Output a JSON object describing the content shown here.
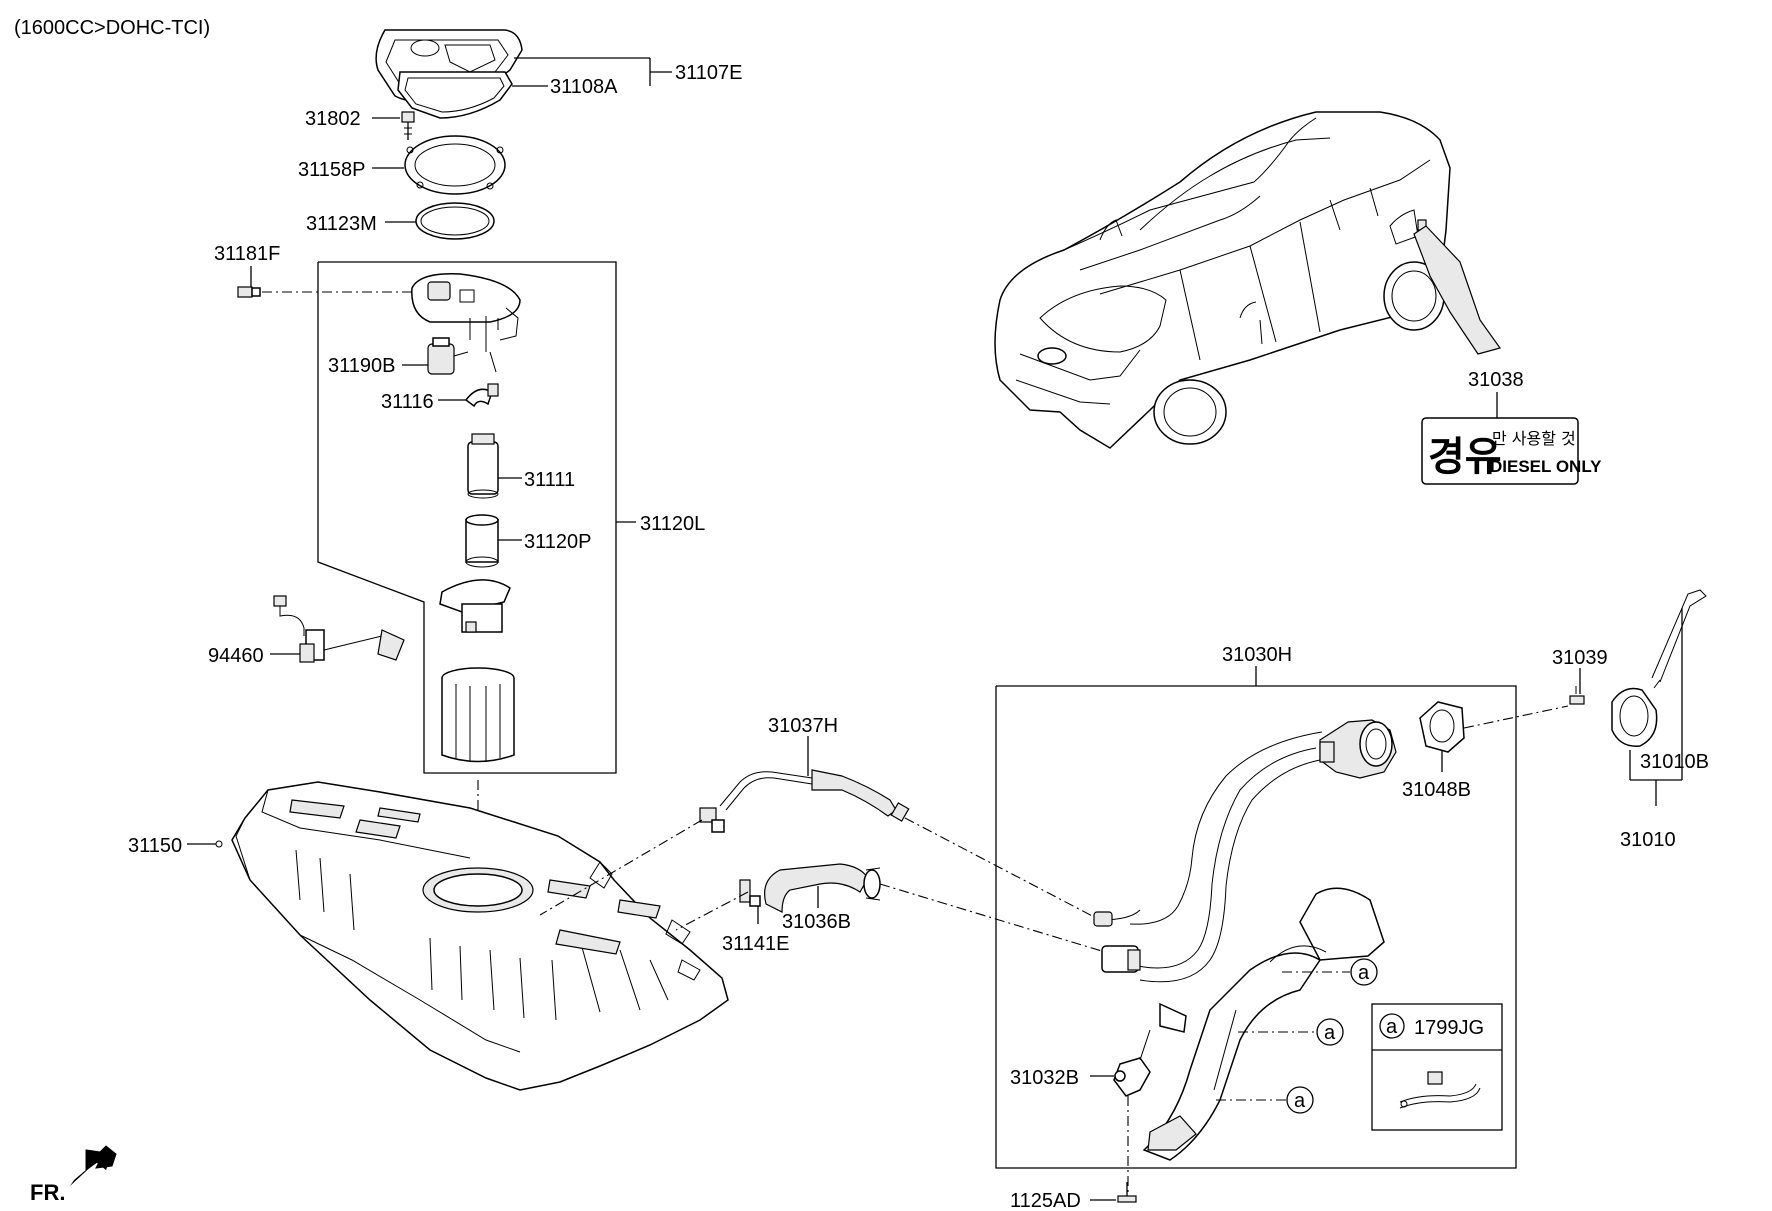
{
  "header": {
    "engine_note": "(1600CC>DOHC-TCI)"
  },
  "parts": {
    "p31107E": "31107E",
    "p31108A": "31108A",
    "p31802": "31802",
    "p31158P": "31158P",
    "p31123M": "31123M",
    "p31181F": "31181F",
    "p31190B": "31190B",
    "p31116": "31116",
    "p31111": "31111",
    "p31120P": "31120P",
    "p31120L": "31120L",
    "p94460": "94460",
    "p31150": "31150",
    "p31037H": "31037H",
    "p31036B": "31036B",
    "p31141E": "31141E",
    "p31030H": "31030H",
    "p31039": "31039",
    "p31048B": "31048B",
    "p31010B": "31010B",
    "p31010": "31010",
    "p31032B": "31032B",
    "p1125AD": "1125AD",
    "p31038": "31038"
  },
  "callout": {
    "marker": "a",
    "part": "1799JG"
  },
  "decal": {
    "kr_big": "경유",
    "kr_small": "만 사용할 것",
    "en_text": "DIESEL ONLY"
  },
  "front_indicator": {
    "label": "FR."
  }
}
